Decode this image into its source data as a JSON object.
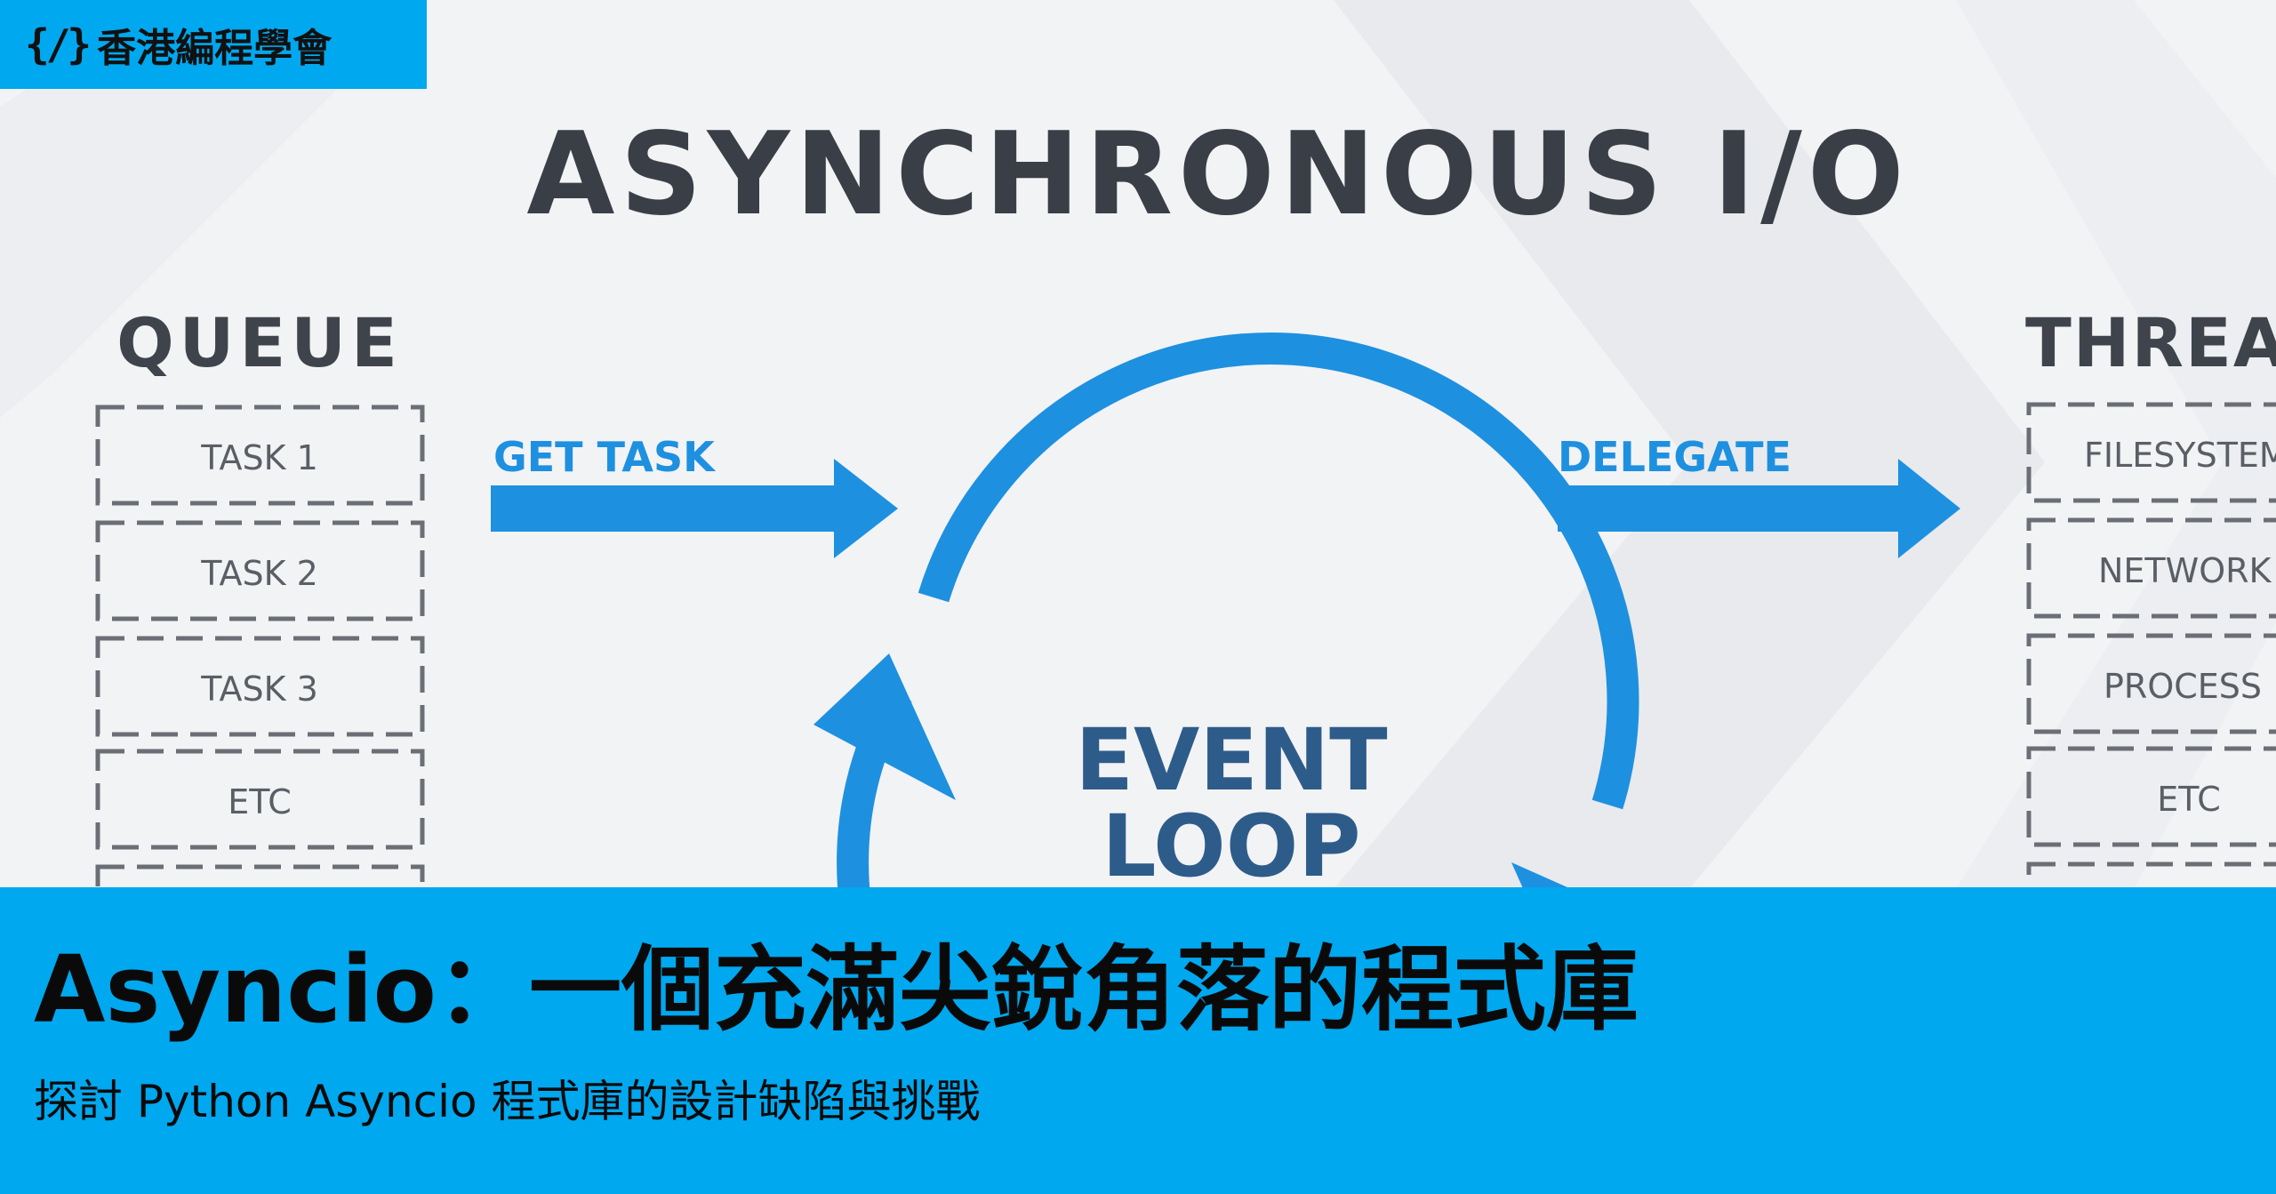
{
  "brand": {
    "icon": "{/}",
    "name": "香港編程學會"
  },
  "diagram": {
    "title": "ASYNCHRONOUS I/O",
    "queue": {
      "heading": "QUEUE",
      "items": [
        "TASK 1",
        "TASK 2",
        "TASK 3",
        "ETC"
      ]
    },
    "get_task": "GET TASK",
    "delegate": "DELEGATE",
    "event_loop": [
      "EVENT",
      "LOOP"
    ],
    "thread": {
      "heading": "THREAD",
      "items": [
        "FILESYSTEM",
        "NETWORK",
        "PROCESS",
        "ETC"
      ]
    },
    "colors": {
      "accent": "#00a8ef",
      "arrow": "#1e90e0",
      "text": "#3a3f47"
    }
  },
  "article": {
    "title": "Asyncio：一個充滿尖銳角落的程式庫",
    "subtitle": "探討 Python Asyncio 程式庫的設計缺陷與挑戰"
  }
}
